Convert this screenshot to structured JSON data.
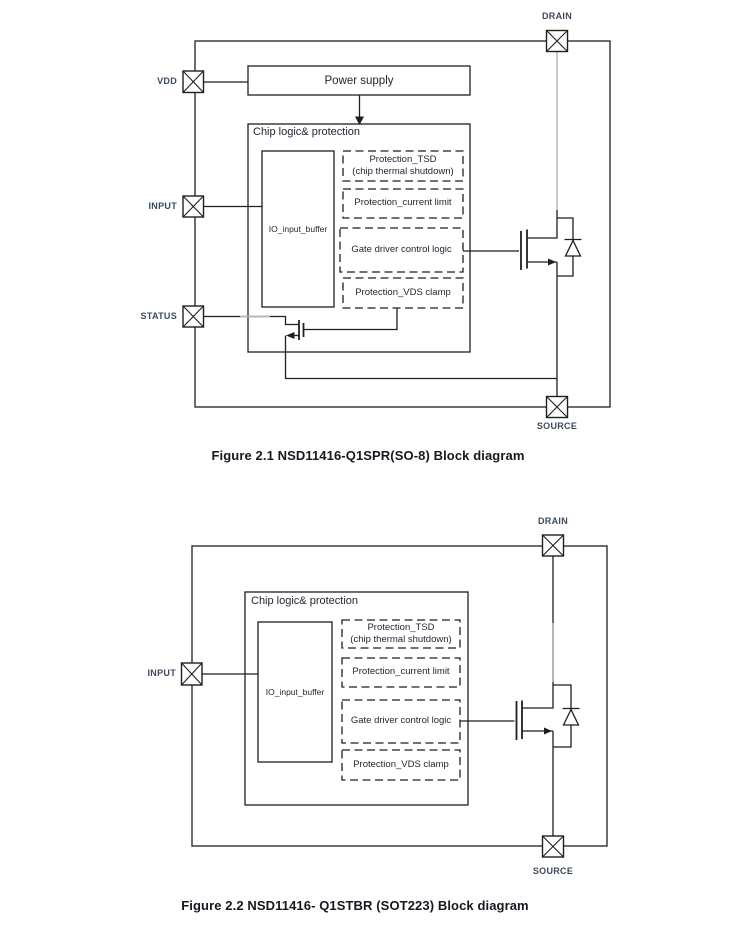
{
  "colors": {
    "line": "#1f1f1f",
    "gray_line": "#b5b5b5",
    "pin_label": "#3d4a5c",
    "text": "#1c2430"
  },
  "figure1": {
    "caption": "Figure 2.1 NSD11416-Q1SPR(SO-8) Block diagram",
    "pins": {
      "vdd": "VDD",
      "input": "INPUT",
      "status": "STATUS",
      "drain": "DRAIN",
      "source": "SOURCE"
    },
    "blocks": {
      "power_supply": "Power supply",
      "chip_logic": "Chip logic& protection",
      "io_buffer": "IO_input_buffer",
      "tsd_line1": "Protection_TSD",
      "tsd_line2": "(chip thermal shutdown)",
      "current_limit": "Protection_current limit",
      "gate_driver": "Gate driver control logic",
      "vds_clamp": "Protection_VDS clamp"
    }
  },
  "figure2": {
    "caption": "Figure 2.2 NSD11416- Q1STBR (SOT223) Block diagram",
    "pins": {
      "input": "INPUT",
      "drain": "DRAIN",
      "source": "SOURCE"
    },
    "blocks": {
      "chip_logic": "Chip logic& protection",
      "io_buffer": "IO_input_buffer",
      "tsd_line1": "Protection_TSD",
      "tsd_line2": "(chip thermal shutdown)",
      "current_limit": "Protection_current limit",
      "gate_driver": "Gate driver control logic",
      "vds_clamp": "Protection_VDS clamp"
    }
  }
}
